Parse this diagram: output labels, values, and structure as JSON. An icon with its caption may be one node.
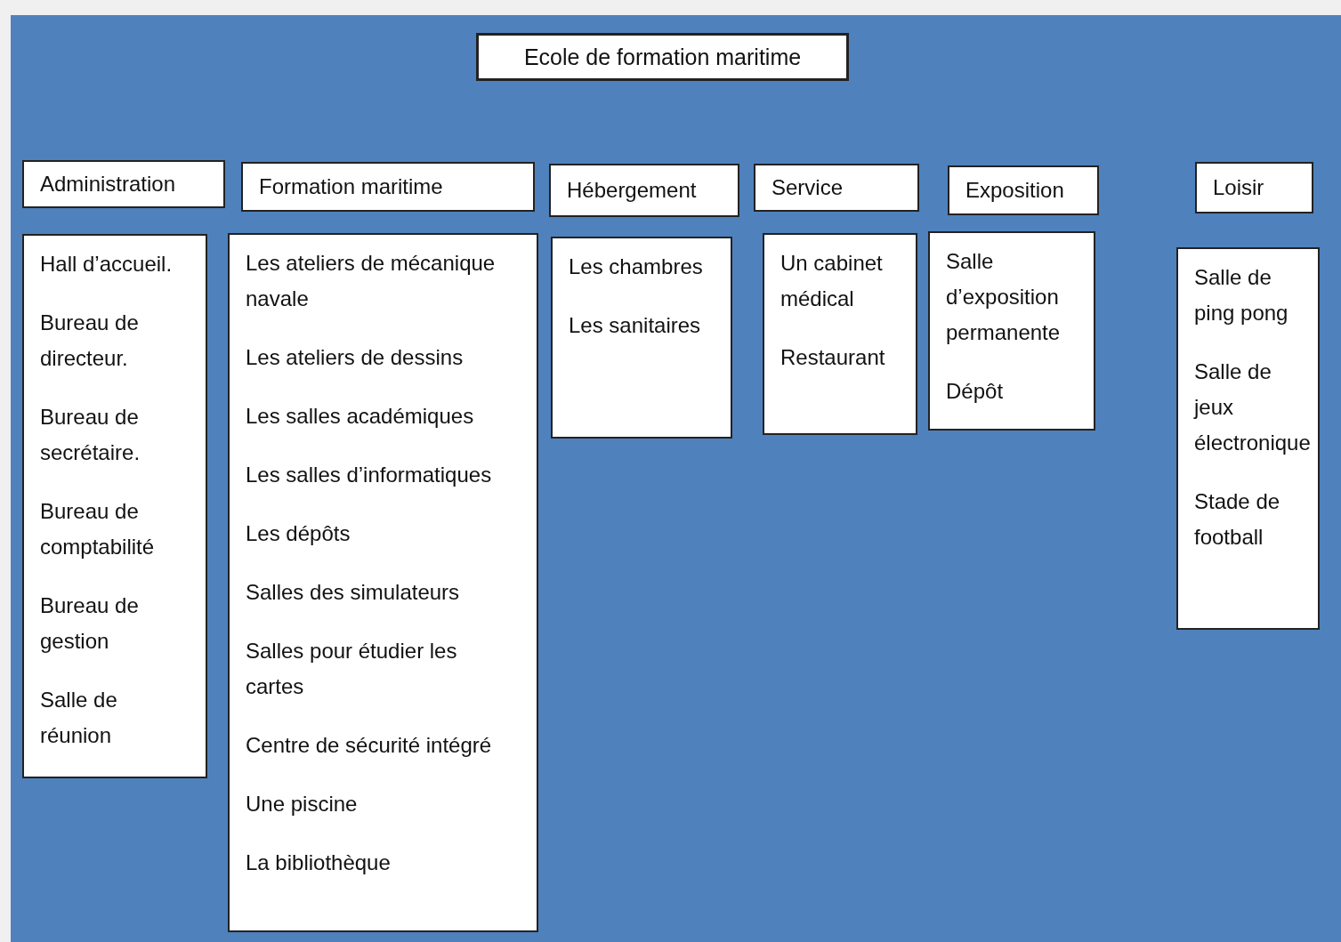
{
  "diagram": {
    "nodes": [
      {
        "text": [
          "Ecole de formation maritime"
        ]
      },
      {
        "text": [
          "Administration"
        ]
      },
      {
        "text": [
          "Formation maritime"
        ]
      },
      {
        "text": [
          "Hébergement"
        ]
      },
      {
        "text": [
          "Service"
        ]
      },
      {
        "text": [
          "Exposition"
        ]
      },
      {
        "text": [
          "Loisir"
        ]
      },
      {
        "text": [
          "Hall d’accueil.",
          "Bureau de directeur.",
          "Bureau de secrétaire.",
          "Bureau de comptabilité",
          "Bureau de gestion",
          "Salle de réunion"
        ]
      },
      {
        "text": [
          "Les ateliers de mécanique navale",
          "Les ateliers de dessins",
          "Les salles académiques",
          "Les salles d’informatiques",
          "Les dépôts",
          "Salles des simulateurs",
          "Salles pour étudier les cartes",
          "Centre de sécurité intégré",
          "Une piscine",
          "La bibliothèque"
        ]
      },
      {
        "text": [
          "Les chambres",
          "Les sanitaires"
        ]
      },
      {
        "text": [
          "Un cabinet médical",
          "Restaurant"
        ]
      },
      {
        "text": [
          "Salle d’exposition permanente",
          "Dépôt"
        ]
      },
      {
        "text": [
          "Salle de ping pong",
          "Salle de jeux électronique",
          "Stade de football"
        ]
      }
    ],
    "edges": []
  }
}
